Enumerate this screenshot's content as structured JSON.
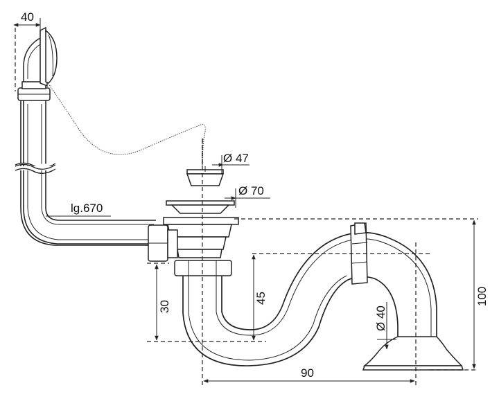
{
  "dimensions": {
    "overflow_offset": "40",
    "tube_length": "lg.670",
    "plug_diameter": "Ø 47",
    "strainer_diameter": "Ø 70",
    "inlet_height": "30",
    "trap_seal": "45",
    "outlet_diameter": "Ø 40",
    "total_height": "100",
    "horizontal_reach": "90"
  }
}
